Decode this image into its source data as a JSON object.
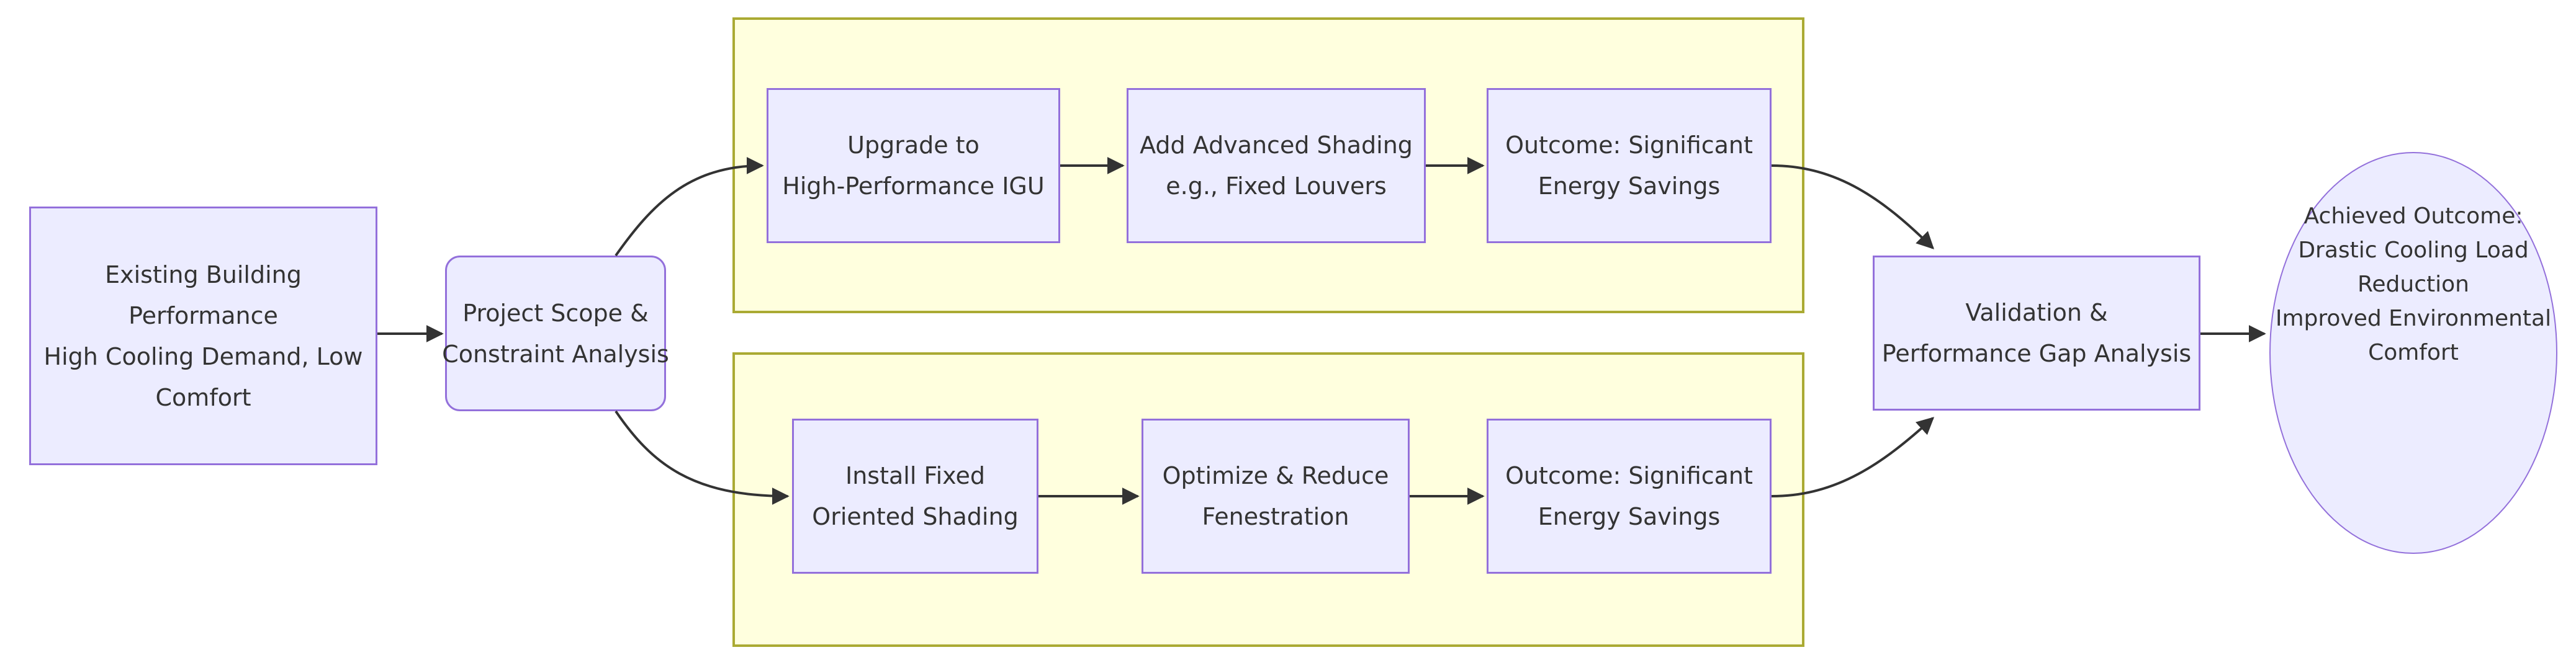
{
  "diagram": {
    "type": "flowchart",
    "background": "#ffffff",
    "colors": {
      "node_fill": "#ECECFF",
      "node_border": "#9370DB",
      "subgraph_fill": "#FFFFDE",
      "subgraph_border": "#AAAA33",
      "edge": "#333333",
      "text": "#333333"
    },
    "nodes": {
      "existing_building": {
        "lines": [
          "Existing Building",
          "Performance",
          "High Cooling Demand, Low",
          "Comfort"
        ]
      },
      "project_scope": {
        "lines": [
          "Project Scope &",
          "Constraint Analysis"
        ]
      },
      "upgrade_igu": {
        "lines": [
          "Upgrade to",
          "High-Performance IGU"
        ]
      },
      "advanced_shading": {
        "lines": [
          "Add Advanced Shading",
          "e.g., Fixed Louvers"
        ]
      },
      "outcome_top": {
        "lines": [
          "Outcome: Significant",
          "Energy Savings"
        ]
      },
      "install_shading": {
        "lines": [
          "Install Fixed",
          "Oriented Shading"
        ]
      },
      "optimize_fenestration": {
        "lines": [
          "Optimize & Reduce",
          "Fenestration"
        ]
      },
      "outcome_bottom": {
        "lines": [
          "Outcome: Significant",
          "Energy Savings"
        ]
      },
      "validation": {
        "lines": [
          "Validation &",
          "Performance Gap Analysis"
        ]
      },
      "achieved_outcome": {
        "lines": [
          "Achieved Outcome:",
          "Drastic Cooling Load",
          "Reduction",
          "Improved Environmental",
          "Comfort"
        ]
      }
    }
  }
}
